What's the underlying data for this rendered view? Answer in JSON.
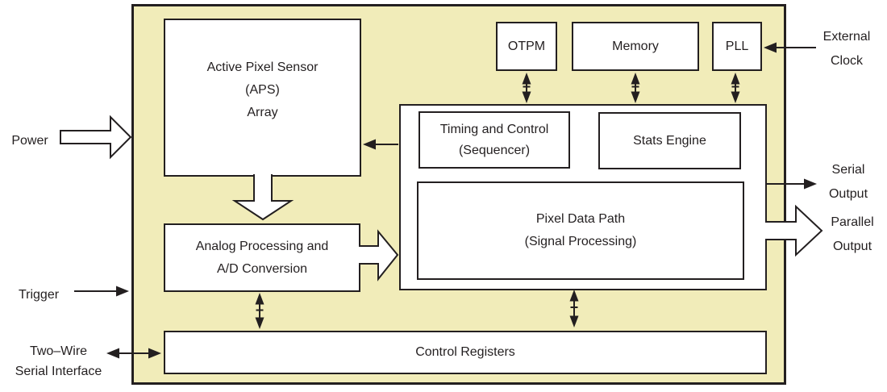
{
  "colors": {
    "chip_fill": "#F1ECB9",
    "line": "#231F20",
    "box_fill": "#FFFFFF",
    "page_bg": "#FFFFFF"
  },
  "chip": {
    "aps": {
      "line1": "Active Pixel Sensor",
      "line2": "(APS)",
      "line3": "Array"
    },
    "analog": {
      "line1": "Analog Processing and",
      "line2": "A/D Conversion"
    },
    "otpm": {
      "label": "OTPM"
    },
    "memory": {
      "label": "Memory"
    },
    "pll": {
      "label": "PLL"
    },
    "timing": {
      "line1": "Timing and Control",
      "line2": "(Sequencer)"
    },
    "stats": {
      "label": "Stats Engine"
    },
    "pixel_data_path": {
      "line1": "Pixel Data Path",
      "line2": "(Signal Processing)"
    },
    "control_registers": {
      "label": "Control Registers"
    }
  },
  "io_labels": {
    "power": "Power",
    "trigger": "Trigger",
    "twowire_line1": "Two–Wire",
    "twowire_line2": "Serial Interface",
    "external_clock_line1": "External",
    "external_clock_line2": "Clock",
    "serial_output_line1": "Serial",
    "serial_output_line2": "Output",
    "parallel_output_line1": "Parallel",
    "parallel_output_line2": "Output"
  }
}
